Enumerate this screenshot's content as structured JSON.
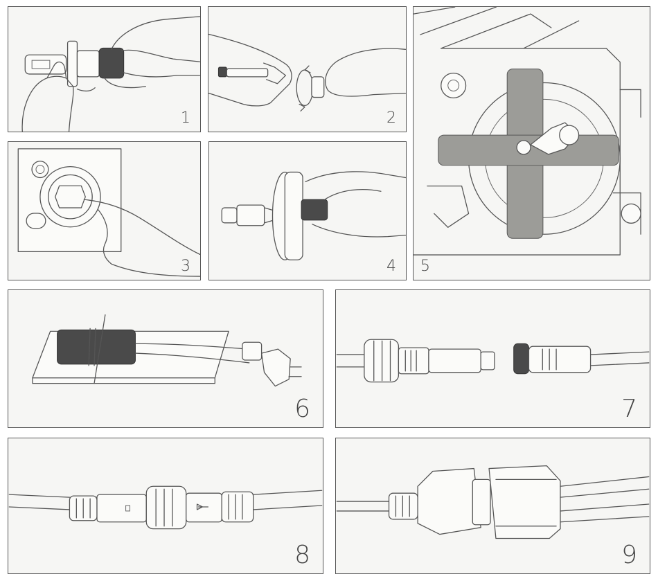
{
  "panels": [
    {
      "id": "p1",
      "label": "1"
    },
    {
      "id": "p2",
      "label": "2"
    },
    {
      "id": "p3",
      "label": "3"
    },
    {
      "id": "p4",
      "label": "4"
    },
    {
      "id": "p5",
      "label": "5"
    },
    {
      "id": "p6",
      "label": "6"
    },
    {
      "id": "p7",
      "label": "7"
    },
    {
      "id": "p8",
      "label": "8"
    },
    {
      "id": "p9",
      "label": "9"
    }
  ],
  "colors": {
    "line": "#555555",
    "panel_bg": "#f6f6f4",
    "tape": "#9c9c98",
    "dark": "#4a4a4a"
  }
}
